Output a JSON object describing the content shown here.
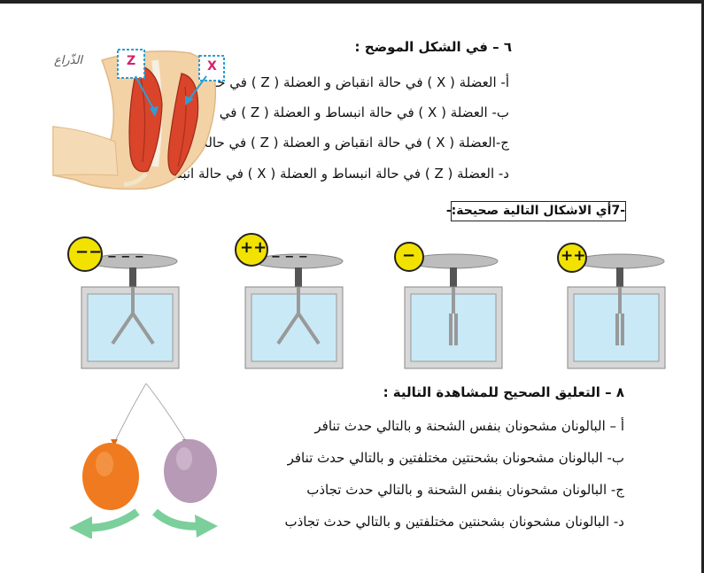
{
  "q6": {
    "title": "٦ – في الشكل الموضح :",
    "options": [
      "أ- العضلة ( X ) في حالة انقباض و العضلة ( Z ) في حالة انبساط",
      "ب- العضلة ( X ) في حالة انبساط و العضلة ( Z ) في حالة انقباض",
      "ج-العضلة ( X ) في حالة انقباض و العضلة ( Z ) في حالة انقباض",
      "د- العضلة ( Z ) في حالة انبساط و العضلة ( X ) في حالة انبساط"
    ],
    "figure": {
      "arm_label": "الذّراع",
      "label_z": "Z",
      "label_x": "X"
    }
  },
  "q7": {
    "title": "-7أي الاشكال التالية صحيحة:-",
    "electroscopes": [
      {
        "charge_badge": "−−",
        "plate_signs": "− − −",
        "state": "open"
      },
      {
        "charge_badge": "++",
        "plate_signs": "− − −",
        "state": "open"
      },
      {
        "charge_badge": "−",
        "plate_signs": "",
        "state": "closed"
      },
      {
        "charge_badge": "++",
        "plate_signs": "",
        "state": "closed"
      }
    ]
  },
  "q8": {
    "title": "٨ – التعليق الصحيح للمشاهدة التالية :",
    "options": [
      "أ – البالونان مشحونان بنفس الشحنة و بالتالي حدث تنافر",
      "ب- البالونان مشحونان بشحنتين مختلفتين و بالتالي حدث تنافر",
      "ج- البالونان مشحونان بنفس الشحنة و بالتالي حدث تجاذب",
      "د- البالونان مشحونان بشحنتين مختلفتين و بالتالي حدث تجاذب"
    ]
  },
  "colors": {
    "muscle": "#d9442b",
    "skin": "#f3d2a6",
    "badge": "#f2e200",
    "box": "#c9e9f6",
    "balloon_orange": "#f07a1f",
    "balloon_purple": "#b79ab6",
    "arrow": "#7bcf9b"
  }
}
